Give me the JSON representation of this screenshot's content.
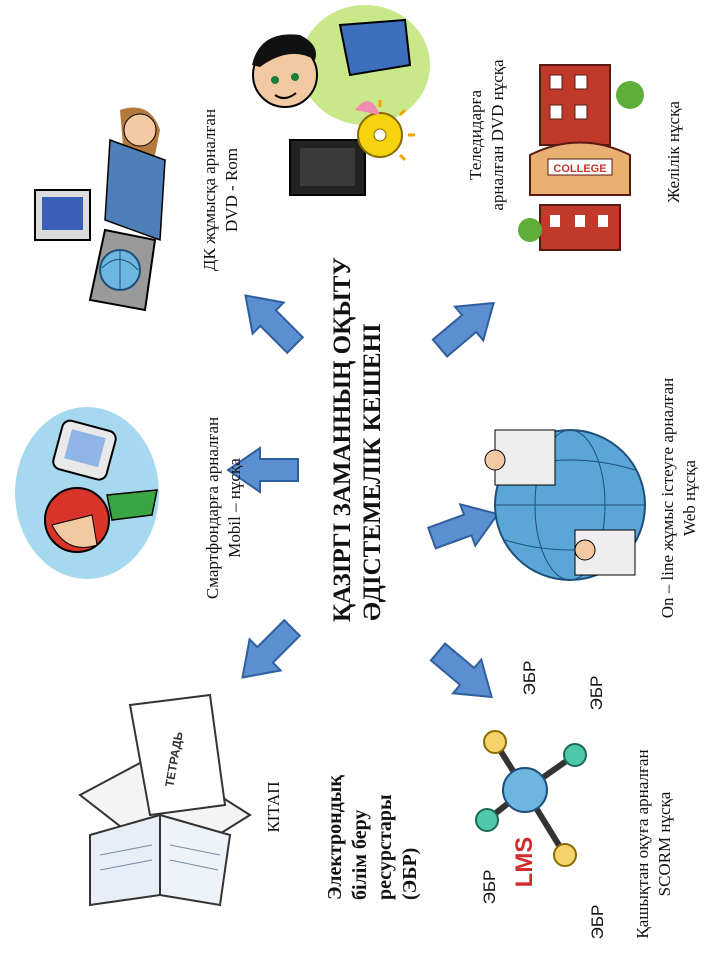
{
  "center": {
    "line1": "ҚАЗІРГІ ЗАМАННЫҢ ОҚЫТУ",
    "line2": "ӘДІСТЕМЕЛІК КЕШЕНІ"
  },
  "nodes": {
    "kitap": {
      "label": "КІТАП",
      "notebook_word": "ТЕТРАДЬ"
    },
    "smartphone": {
      "line1": "Смартфондарға  арналған",
      "line2": "Mobil – нұсқа"
    },
    "pc_dvd": {
      "line1": "ДК жұмысқа арналған",
      "line2": "DVD - Rom"
    },
    "tv_dvd": {
      "line1": "Теледидарға",
      "line2": "арналған DVD нұсқа"
    },
    "network": {
      "label": "Желілік нұсқа",
      "sign_word": "COLLEGE"
    },
    "online": {
      "line1": "On – line жұмыс істеуге арналған",
      "line2": "Web нұсқа"
    },
    "scorm": {
      "line1": "Қашықтан оқуға арналған",
      "line2": "SCORM нұсқа"
    },
    "ebr_title": {
      "line1": "Электрондық",
      "line2": "білім беру",
      "line3": "ресурстары",
      "line4": "(ЭБР)"
    }
  },
  "lms": {
    "center_label": "LMS",
    "satellites": [
      "ЭБР",
      "ЭБР",
      "ЭБР",
      "ЭБР"
    ]
  },
  "colors": {
    "arrow_fill": "#5b8fd0",
    "arrow_stroke": "#2f5f9e",
    "lms_text": "#d22b2b",
    "globe": "#5aa6d6",
    "tv_yellow": "#f5d40f",
    "college_red": "#c0392b"
  }
}
